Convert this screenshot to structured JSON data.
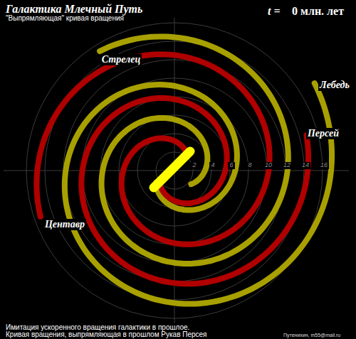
{
  "diagram": {
    "title": "Галактика Млечный Путь",
    "labels": [
      "\"Выпрямляющая\" кривая вращения",
      "t =",
      "0 млн. лет",
      "Стрелец",
      "Лебедь",
      "Персей",
      "Центавр",
      "2",
      "4",
      "6",
      "8",
      "10",
      "12",
      "14",
      "16",
      "Имитация ускоренного вращения галактики в прошлое.",
      "Кривая вращения, выпрямляющая в прошлом Рукав Персея",
      "Путенихин, m55@mail.ru"
    ]
  }
}
